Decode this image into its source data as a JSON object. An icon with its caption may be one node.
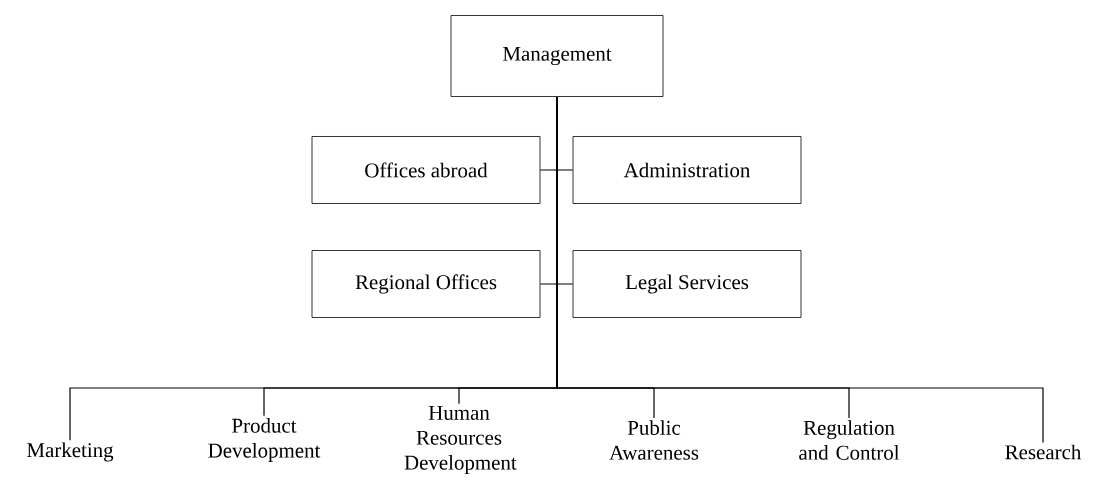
{
  "diagram": {
    "nodes": [
      {
        "text": [
          "Management"
        ]
      },
      {
        "text": [
          "Offices abroad"
        ]
      },
      {
        "text": [
          "Administration"
        ]
      },
      {
        "text": [
          "Regional Offices"
        ]
      },
      {
        "text": [
          "Legal Services"
        ]
      },
      {
        "text": [
          "Marketing"
        ]
      },
      {
        "text": [
          "Product Development"
        ]
      },
      {
        "text": [
          "Human Resources Development"
        ]
      },
      {
        "text": [
          "Public Awareness"
        ]
      },
      {
        "text": [
          "Regulation and Control"
        ]
      },
      {
        "text": [
          "Research"
        ]
      }
    ],
    "edges": [
      {
        "from": 0,
        "to": 1,
        "arrow": "none"
      },
      {
        "from": 0,
        "to": 2,
        "arrow": "none"
      },
      {
        "from": 0,
        "to": 3,
        "arrow": "none"
      },
      {
        "from": 0,
        "to": 4,
        "arrow": "none"
      },
      {
        "from": 0,
        "to": 5,
        "arrow": "none"
      },
      {
        "from": 0,
        "to": 6,
        "arrow": "none"
      },
      {
        "from": 0,
        "to": 7,
        "arrow": "none"
      },
      {
        "from": 0,
        "to": 8,
        "arrow": "none"
      },
      {
        "from": 0,
        "to": 9,
        "arrow": "none"
      },
      {
        "from": 0,
        "to": 10,
        "arrow": "none"
      }
    ]
  }
}
